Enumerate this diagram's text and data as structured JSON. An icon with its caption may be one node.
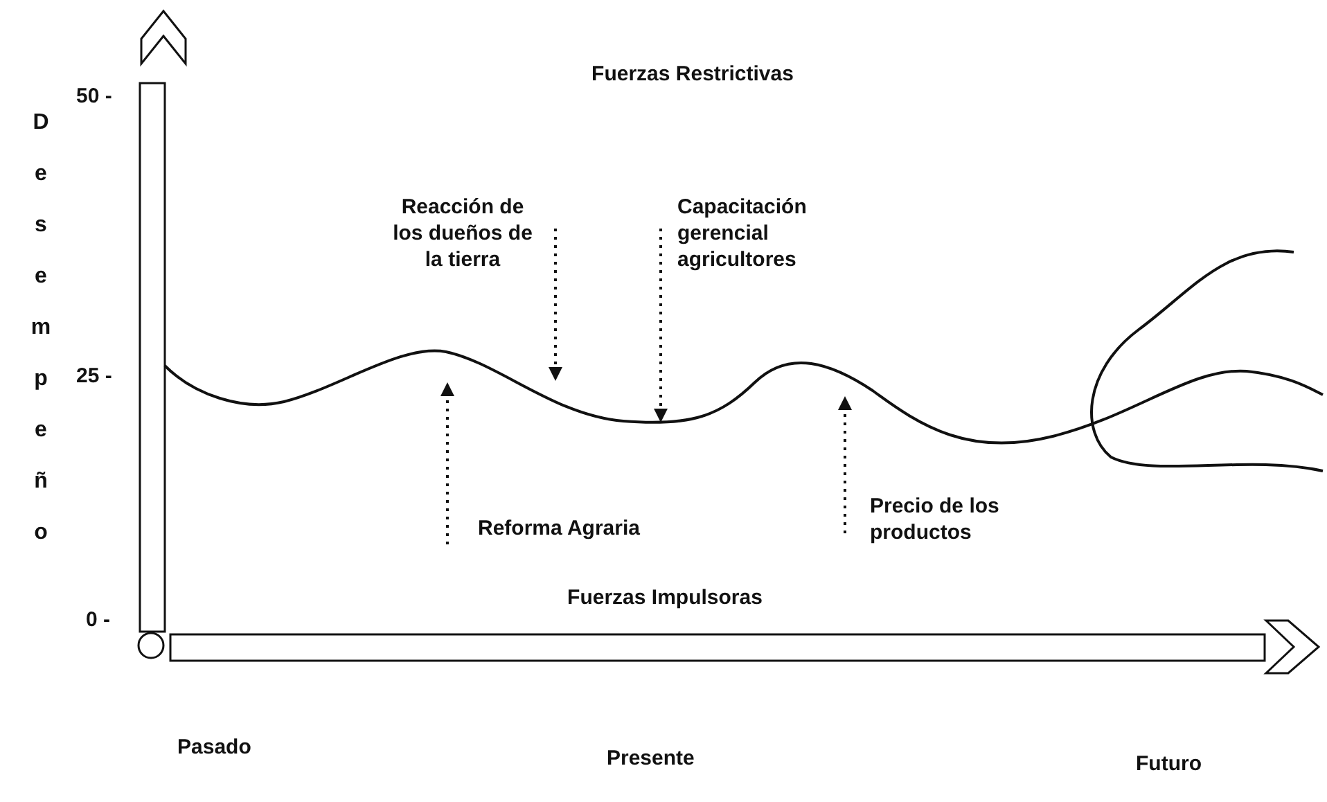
{
  "diagram": {
    "labels": [
      "50 -",
      "Fuerzas Restrictivas",
      "Desempeño",
      "Reacción de los dueños de la tierra",
      "Capacitación gerencial agricultores",
      "25 -",
      "Reforma Agraria",
      "Precio de los productos",
      "0 -",
      "Fuerzas Impulsoras",
      "Pasado",
      "Presente",
      "Futuro"
    ]
  }
}
